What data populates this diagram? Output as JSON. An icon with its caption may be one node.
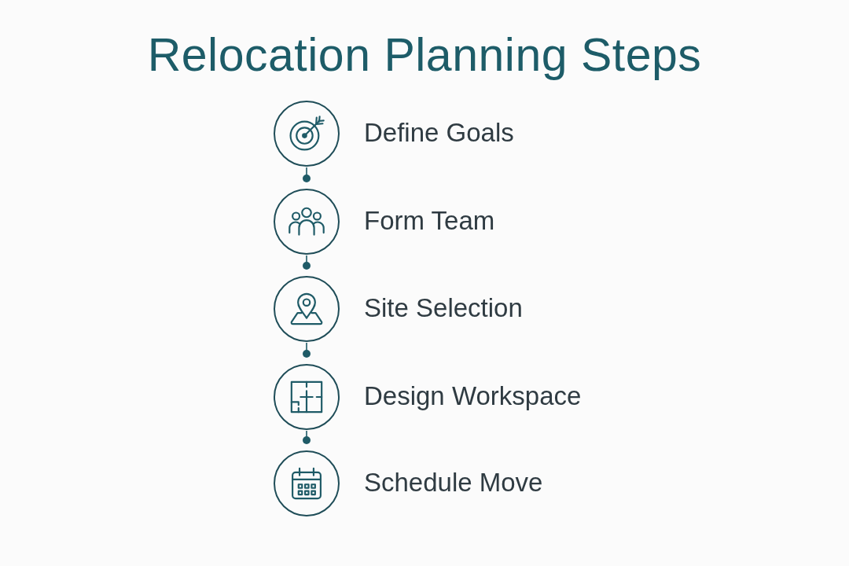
{
  "diagram": {
    "title": "Relocation Planning Steps",
    "nodes": [
      {
        "text": [],
        "shape": "circle",
        "beside": [
          "Define Goals"
        ]
      },
      {
        "text": [],
        "shape": "circle",
        "beside": [
          "Form Team"
        ]
      },
      {
        "text": [],
        "shape": "circle",
        "beside": [
          "Site Selection"
        ]
      },
      {
        "text": [],
        "shape": "circle",
        "beside": [
          "Design Workspace"
        ]
      },
      {
        "text": [],
        "shape": "circle",
        "beside": [
          "Schedule Move"
        ]
      }
    ],
    "edges": [
      {
        "from": 0,
        "to": 1,
        "arrow": "other"
      },
      {
        "from": 1,
        "to": 2,
        "arrow": "other"
      },
      {
        "from": 2,
        "to": 3,
        "arrow": "other"
      },
      {
        "from": 3,
        "to": 4,
        "arrow": "other"
      }
    ]
  }
}
